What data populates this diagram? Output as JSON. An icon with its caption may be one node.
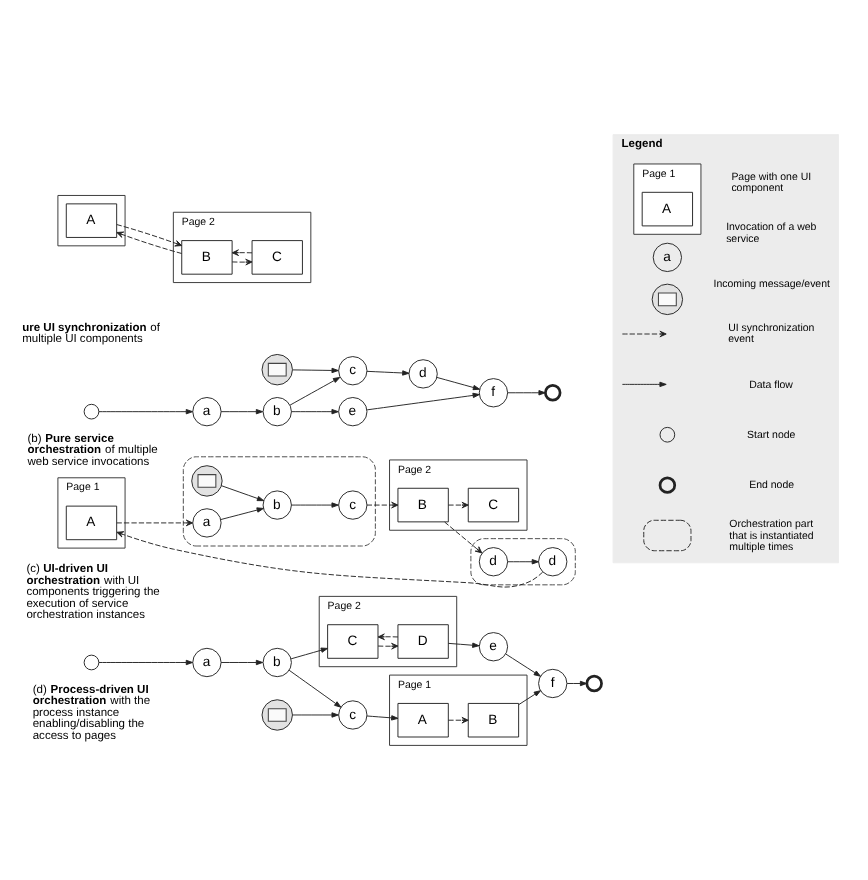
{
  "diagram": {
    "nodes": [
      {
        "text": [],
        "shape": "box"
      },
      {
        "text": [
          "A"
        ],
        "in": 0
      },
      {
        "text": [
          "Page 2"
        ]
      },
      {
        "text": [
          "B"
        ],
        "in": 2
      },
      {
        "text": [
          "C"
        ],
        "in": 2
      },
      {
        "text": [
          "Legend"
        ]
      },
      {
        "text": [
          "Page 1"
        ],
        "in": 5
      },
      {
        "text": [
          "A"
        ],
        "in": 6
      },
      {
        "text": [
          "a"
        ],
        "in": 5
      },
      {
        "text": [],
        "shape": "envelope",
        "in": 5
      },
      {
        "text": [],
        "shape": "circle",
        "in": 5
      },
      {
        "text": [],
        "shape": "ring",
        "in": 5
      },
      {
        "text": [],
        "shape": "stack",
        "in": 5
      },
      {
        "text": [],
        "shape": "circle"
      },
      {
        "text": [
          "a"
        ]
      },
      {
        "text": [
          "b"
        ]
      },
      {
        "text": [],
        "shape": "envelope"
      },
      {
        "text": [
          "c"
        ]
      },
      {
        "text": [
          "d"
        ]
      },
      {
        "text": [
          "e"
        ]
      },
      {
        "text": [
          "f"
        ]
      },
      {
        "text": [],
        "shape": "ring"
      },
      {
        "text": [
          "Page 1"
        ]
      },
      {
        "text": [
          "A"
        ],
        "in": 22
      },
      {
        "text": [],
        "shape": "stack"
      },
      {
        "text": [],
        "shape": "envelope",
        "in": 24
      },
      {
        "text": [
          "a"
        ],
        "in": 24
      },
      {
        "text": [
          "b"
        ],
        "in": 24
      },
      {
        "text": [
          "c"
        ],
        "in": 24
      },
      {
        "text": [
          "Page 2"
        ]
      },
      {
        "text": [
          "B"
        ],
        "in": 29
      },
      {
        "text": [
          "C"
        ],
        "in": 29
      },
      {
        "text": [],
        "shape": "stack"
      },
      {
        "text": [
          "d"
        ],
        "in": 32
      },
      {
        "text": [
          "d"
        ],
        "in": 32
      },
      {
        "text": [],
        "shape": "circle"
      },
      {
        "text": [
          "a"
        ]
      },
      {
        "text": [
          "b"
        ]
      },
      {
        "text": [],
        "shape": "envelope"
      },
      {
        "text": [
          "c"
        ]
      },
      {
        "text": [
          "Page 1"
        ]
      },
      {
        "text": [
          "A"
        ],
        "in": 40
      },
      {
        "text": [
          "B"
        ],
        "in": 40
      },
      {
        "text": [
          "Page 2"
        ]
      },
      {
        "text": [
          "C"
        ],
        "in": 43
      },
      {
        "text": [
          "D"
        ],
        "in": 43
      },
      {
        "text": [
          "e"
        ]
      },
      {
        "text": [
          "f"
        ]
      },
      {
        "text": [],
        "shape": "ring"
      }
    ],
    "edges": [
      {
        "from": 1,
        "to": 3,
        "arrow": "to",
        "style": "dashed"
      },
      {
        "from": 4,
        "to": 3,
        "arrow": "to",
        "style": "dashed"
      },
      {
        "from": 3,
        "to": 4,
        "arrow": "to",
        "style": "dashed"
      },
      {
        "from": 3,
        "to": 1,
        "arrow": "to",
        "style": "dashed"
      },
      {
        "from": 13,
        "to": 14,
        "arrow": "to"
      },
      {
        "from": 14,
        "to": 15,
        "arrow": "to"
      },
      {
        "from": 15,
        "to": 17,
        "arrow": "to"
      },
      {
        "from": 16,
        "to": 17,
        "arrow": "to"
      },
      {
        "from": 17,
        "to": 18,
        "arrow": "to"
      },
      {
        "from": 15,
        "to": 19,
        "arrow": "to"
      },
      {
        "from": 18,
        "to": 20,
        "arrow": "to"
      },
      {
        "from": 19,
        "to": 20,
        "arrow": "to"
      },
      {
        "from": 20,
        "to": 21,
        "arrow": "to"
      },
      {
        "from": 23,
        "to": 26,
        "arrow": "to",
        "style": "dashed"
      },
      {
        "from": 25,
        "to": 27,
        "arrow": "to"
      },
      {
        "from": 26,
        "to": 27,
        "arrow": "to"
      },
      {
        "from": 27,
        "to": 28,
        "arrow": "to"
      },
      {
        "from": 28,
        "to": 30,
        "arrow": "to",
        "style": "dashed"
      },
      {
        "from": 30,
        "to": 31,
        "arrow": "to",
        "style": "dashed"
      },
      {
        "from": 30,
        "to": 34,
        "arrow": "to",
        "style": "dashed"
      },
      {
        "from": 34,
        "to": 33,
        "arrow": "to"
      },
      {
        "from": 33,
        "to": 23,
        "arrow": "to",
        "style": "dashed"
      },
      {
        "from": 35,
        "to": 36,
        "arrow": "to"
      },
      {
        "from": 36,
        "to": 37,
        "arrow": "to"
      },
      {
        "from": 37,
        "to": 39,
        "arrow": "to"
      },
      {
        "from": 38,
        "to": 39,
        "arrow": "to"
      },
      {
        "from": 39,
        "to": 41,
        "arrow": "to"
      },
      {
        "from": 41,
        "to": 42,
        "arrow": "to",
        "style": "dashed"
      },
      {
        "from": 37,
        "to": 44,
        "arrow": "to"
      },
      {
        "from": 45,
        "to": 44,
        "arrow": "to",
        "style": "dashed"
      },
      {
        "from": 44,
        "to": 45,
        "arrow": "to",
        "style": "dashed"
      },
      {
        "from": 45,
        "to": 46,
        "arrow": "to"
      },
      {
        "from": 42,
        "to": 47,
        "arrow": "to"
      },
      {
        "from": 46,
        "to": 47,
        "arrow": "to"
      },
      {
        "from": 47,
        "to": 48,
        "arrow": "to"
      }
    ],
    "labels": [
      "**ure UI synchronization** of multiple UI components",
      "(b) **Pure service orchestration** of multiple web service invocations",
      "(c) **UI-driven UI orchestration** with UI components triggering the execution of service orchestration instances",
      "(d) **Process-driven UI orchestration** with the process instance enabling/disabling the access to pages"
    ],
    "legend": [
      {
        "text": "Page with one UI component"
      },
      {
        "text": "Invocation of a web service"
      },
      {
        "text": "Incoming message/event"
      },
      {
        "text": "UI synchronization event"
      },
      {
        "text": "Data flow"
      },
      {
        "text": "Start node"
      },
      {
        "text": "End node"
      },
      {
        "text": "Orchestration part that is instantiated multiple times"
      }
    ]
  }
}
